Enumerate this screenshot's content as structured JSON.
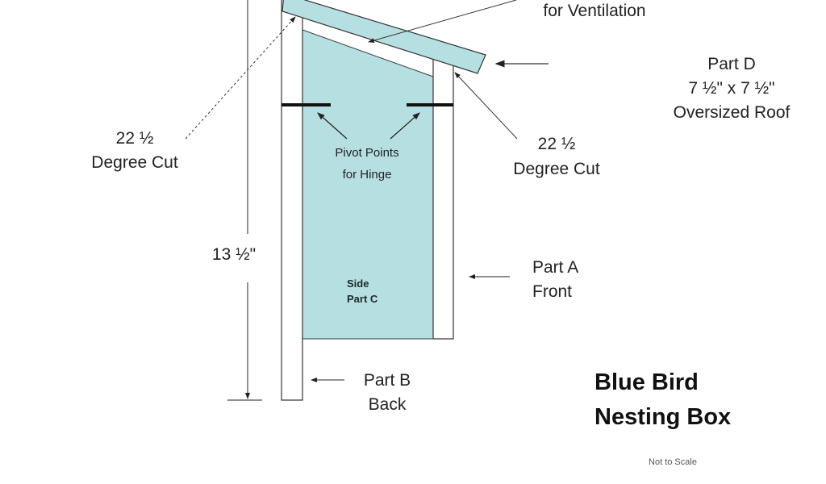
{
  "colors": {
    "wood_blue": "#b6dfe2",
    "outline": "#333333",
    "hinge": "#111111"
  },
  "labels": {
    "ventilation": "for Ventilation",
    "part_d": {
      "name": "Part D",
      "size": "7 ½\" x 7 ½\"",
      "desc": "Oversized Roof"
    },
    "cut_left": {
      "angle": "22 ½",
      "desc": "Degree Cut"
    },
    "cut_right": {
      "angle": "22 ½",
      "desc": "Degree Cut"
    },
    "pivot": {
      "line1": "Pivot Points",
      "line2": "for Hinge"
    },
    "height": "13 ½\"",
    "side": {
      "line1": "Side",
      "line2": "Part C"
    },
    "part_a": {
      "name": "Part A",
      "desc": "Front"
    },
    "part_b": {
      "name": "Part B",
      "desc": "Back"
    },
    "title": {
      "line1": "Blue Bird",
      "line2": "Nesting Box"
    },
    "note": "Not to Scale"
  }
}
